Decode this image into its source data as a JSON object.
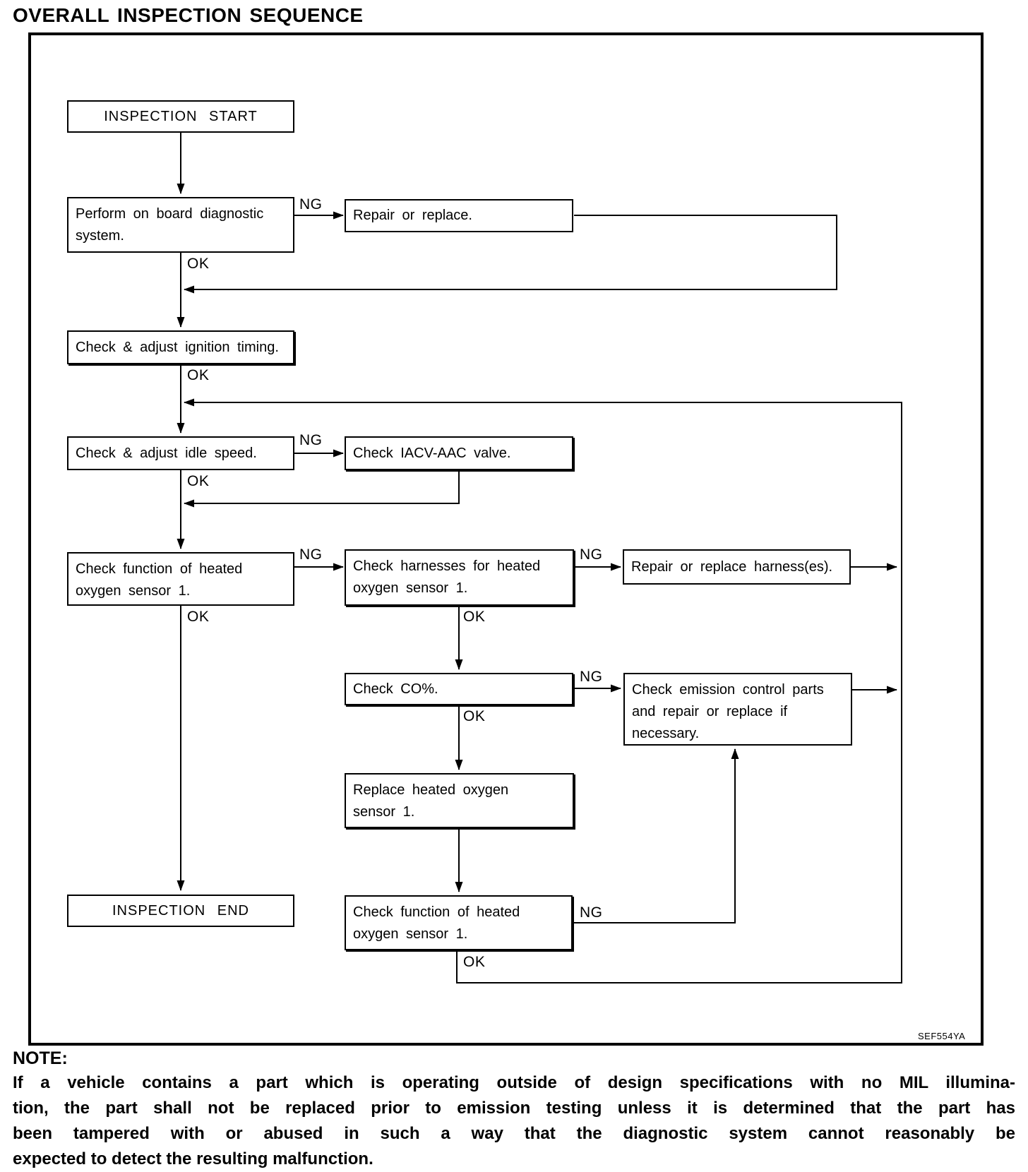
{
  "title": "OVERALL INSPECTION SEQUENCE",
  "figure_code": "SEF554YA",
  "flowchart": {
    "labels": {
      "ng": "NG",
      "ok": "OK"
    },
    "nodes": {
      "inspection_start": {
        "label": "INSPECTION START"
      },
      "perform_obd": {
        "label": "Perform on board diagnostic\nsystem."
      },
      "repair_or_replace": {
        "label": "Repair or replace."
      },
      "check_ignition_timing": {
        "label": "Check & adjust ignition timing."
      },
      "check_idle_speed": {
        "label": "Check & adjust idle speed."
      },
      "check_iacv_aac": {
        "label": "Check IACV-AAC valve."
      },
      "check_ho2s_function_1": {
        "label": "Check function of heated\noxygen sensor 1."
      },
      "check_harnesses": {
        "label": "Check harnesses for heated\noxygen sensor 1."
      },
      "repair_replace_harness": {
        "label": "Repair or replace harness(es)."
      },
      "check_co": {
        "label": "Check CO%."
      },
      "check_emission_parts": {
        "label": "Check emission control parts\nand repair or replace if\nnecessary."
      },
      "replace_ho2s": {
        "label": "Replace heated oxygen\nsensor 1."
      },
      "check_ho2s_function_2": {
        "label": "Check function of heated\noxygen sensor 1."
      },
      "inspection_end": {
        "label": "INSPECTION END"
      }
    },
    "edges": [
      {
        "from": "inspection_start",
        "to": "perform_obd",
        "label": ""
      },
      {
        "from": "perform_obd",
        "to": "repair_or_replace",
        "label": "NG"
      },
      {
        "from": "repair_or_replace",
        "to": "check_ignition_timing",
        "label": ""
      },
      {
        "from": "perform_obd",
        "to": "check_ignition_timing",
        "label": "OK"
      },
      {
        "from": "check_ignition_timing",
        "to": "check_idle_speed",
        "label": "OK"
      },
      {
        "from": "check_idle_speed",
        "to": "check_iacv_aac",
        "label": "NG"
      },
      {
        "from": "check_iacv_aac",
        "to": "check_ho2s_function_1",
        "label": ""
      },
      {
        "from": "check_idle_speed",
        "to": "check_ho2s_function_1",
        "label": "OK"
      },
      {
        "from": "check_ho2s_function_1",
        "to": "check_harnesses",
        "label": "NG"
      },
      {
        "from": "check_ho2s_function_1",
        "to": "inspection_end",
        "label": "OK"
      },
      {
        "from": "check_harnesses",
        "to": "repair_replace_harness",
        "label": "NG"
      },
      {
        "from": "check_harnesses",
        "to": "check_co",
        "label": "OK"
      },
      {
        "from": "repair_replace_harness",
        "to": "check_idle_speed",
        "label": ""
      },
      {
        "from": "check_co",
        "to": "check_emission_parts",
        "label": "NG"
      },
      {
        "from": "check_co",
        "to": "replace_ho2s",
        "label": "OK"
      },
      {
        "from": "check_emission_parts",
        "to": "check_idle_speed",
        "label": ""
      },
      {
        "from": "replace_ho2s",
        "to": "check_ho2s_function_2",
        "label": ""
      },
      {
        "from": "check_ho2s_function_2",
        "to": "check_emission_parts",
        "label": "NG"
      },
      {
        "from": "check_ho2s_function_2",
        "to": "check_idle_speed",
        "label": "OK"
      }
    ]
  },
  "note": {
    "heading": "NOTE:",
    "lines": [
      "If a vehicle contains a part which is operating outside of design specifications with no MIL illumina-",
      "tion, the part shall not be replaced prior to emission testing unless it is determined that the part has",
      "been tampered with or abused in such a way that the diagnostic system cannot reasonably be",
      "expected to detect the resulting malfunction."
    ]
  }
}
